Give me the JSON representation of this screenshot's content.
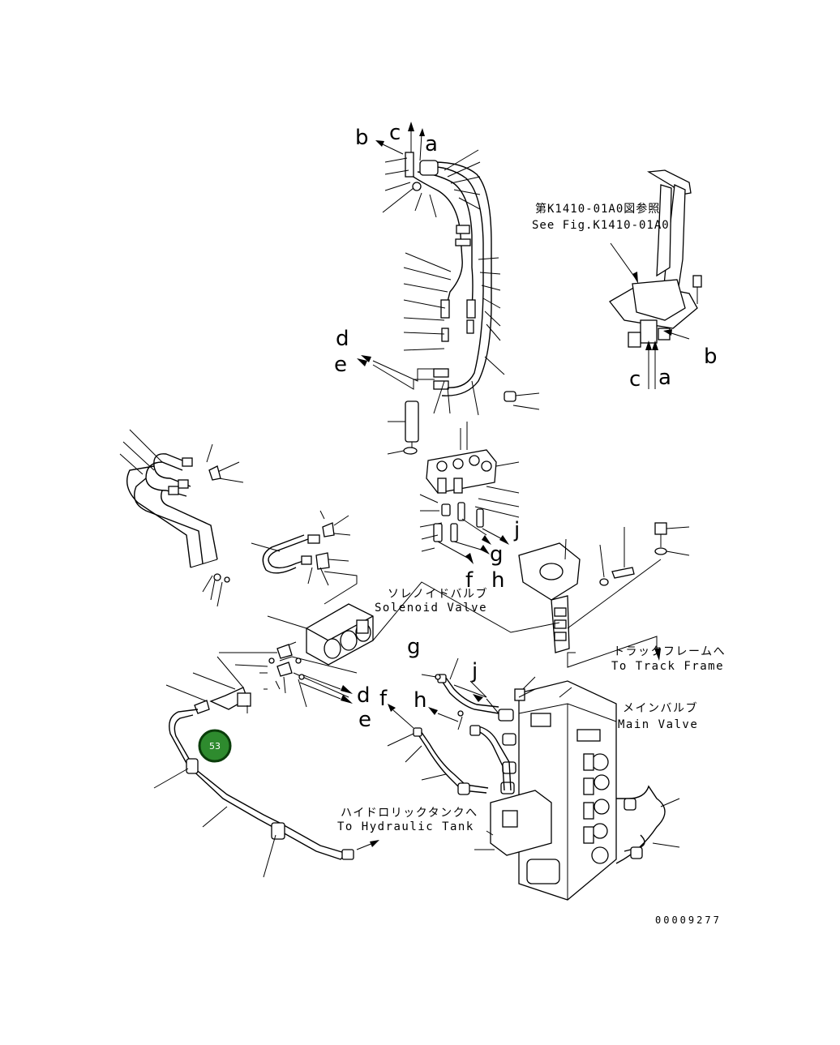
{
  "reference": {
    "jp": "第K1410-01A0図参照",
    "en": "See Fig.K1410-01A0"
  },
  "notes": {
    "solenoid_valve": {
      "jp": "ソレノイドバルブ",
      "en": "Solenoid Valve"
    },
    "track_frame": {
      "jp": "トラックフレームへ",
      "en": "To Track Frame"
    },
    "main_valve": {
      "jp": "メインバルブ",
      "en": "Main Valve"
    },
    "hydraulic_tank": {
      "jp": "ハイドロリックタンクへ",
      "en": "To Hydraulic Tank"
    }
  },
  "connection_letters": {
    "top_b": "b",
    "top_c": "c",
    "top_a": "a",
    "lever_b": "b",
    "lever_c": "c",
    "lever_a": "a",
    "mid_d": "d",
    "mid_e": "e",
    "sol_d": "d",
    "sol_e": "e",
    "blk_f": "f",
    "blk_g": "g",
    "blk_h": "h",
    "blk_j": "j",
    "mv_g": "g",
    "mv_j": "j",
    "mv_f": "f",
    "mv_h": "h"
  },
  "callout": {
    "number": "53",
    "color": "#2e8b2e"
  },
  "drawing_code": "00009277"
}
